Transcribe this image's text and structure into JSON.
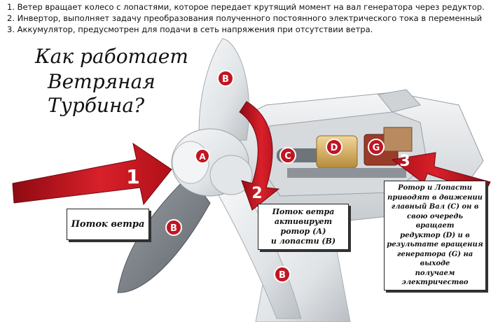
{
  "notes": [
    "1. Ветер вращает колесо с лопастями, которое передает крутящий момент на вал генератора через редуктор.",
    "2. Инвертор, выполняет задачу преобразования полученного постоянного электрического тока в переменный",
    "3. Аккумулятор, предусмотрен для подачи в сеть напряжения при отсутствии ветра."
  ],
  "title": {
    "line1": "Как работает",
    "line2": "Ветряная",
    "line3": "Турбина?"
  },
  "arrows": {
    "a1": "1",
    "a2": "2",
    "a3": "3"
  },
  "markers": {
    "blade_top": "B",
    "blade_left": "B",
    "blade_bottom": "B",
    "rotor": "A",
    "shaft": "C",
    "gearbox": "D",
    "generator": "G"
  },
  "callouts": {
    "wind_flow": "Поток ветра",
    "wind_activates": [
      "Поток ветра",
      "активирует",
      "ротор (А)",
      "и лопасти (B)"
    ],
    "rotor_explain": [
      "Ротор и Лопасти",
      "приводят в движении",
      "главный Вал (С) он в",
      "свою очередь вращает",
      "редуктор (D) и в",
      "результате вращения",
      "генератора (G) на выходе",
      "получаем электричество"
    ]
  },
  "colors": {
    "accent_red": "#c8141e",
    "marker_red": "#c01622",
    "turbine_white": "#e9ecee"
  }
}
